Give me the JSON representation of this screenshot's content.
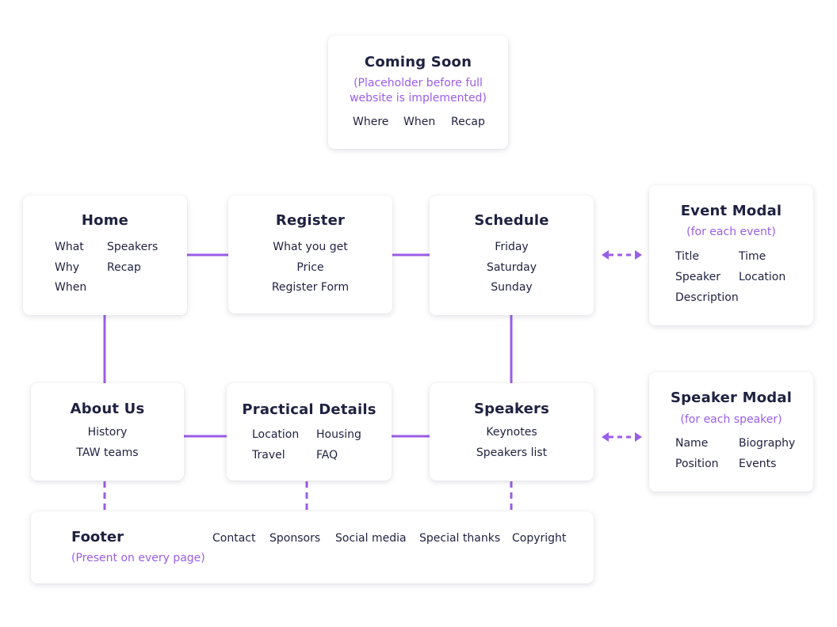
{
  "colors": {
    "accent": "#9b5de8",
    "text": "#1e2140",
    "card": "#ffffff"
  },
  "coming_soon": {
    "title": "Coming Soon",
    "subtitle_line1": "(Placeholder before full",
    "subtitle_line2": "website is implemented)",
    "items": [
      "Where",
      "When",
      "Recap"
    ]
  },
  "home": {
    "title": "Home",
    "items": [
      "What",
      "Speakers",
      "Why",
      "Recap",
      "When"
    ]
  },
  "register": {
    "title": "Register",
    "items": [
      "What you get",
      "Price",
      "Register Form"
    ]
  },
  "schedule": {
    "title": "Schedule",
    "items": [
      "Friday",
      "Saturday",
      "Sunday"
    ]
  },
  "event_modal": {
    "title": "Event Modal",
    "subtitle": "(for each event)",
    "items": [
      "Title",
      "Time",
      "Speaker",
      "Location",
      "Description"
    ]
  },
  "about_us": {
    "title": "About Us",
    "items": [
      "History",
      "TAW teams"
    ]
  },
  "practical_details": {
    "title": "Practical Details",
    "items": [
      "Location",
      "Housing",
      "Travel",
      "FAQ"
    ]
  },
  "speakers": {
    "title": "Speakers",
    "items": [
      "Keynotes",
      "Speakers list"
    ]
  },
  "speaker_modal": {
    "title": "Speaker Modal",
    "subtitle": "(for each speaker)",
    "items": [
      "Name",
      "Biography",
      "Position",
      "Events"
    ]
  },
  "footer": {
    "title": "Footer",
    "subtitle": "(Present on every page)",
    "items": [
      "Contact",
      "Sponsors",
      "Social media",
      "Special thanks",
      "Copyright"
    ]
  }
}
